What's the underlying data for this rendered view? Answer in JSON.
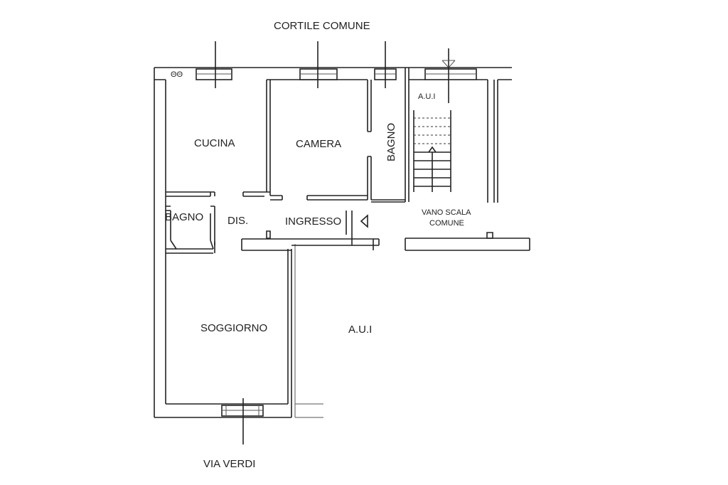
{
  "plan": {
    "labels": {
      "cortile_comune": "CORTILE COMUNE",
      "via_verdi": "VIA VERDI",
      "cucina": "CUCINA",
      "camera": "CAMERA",
      "bagno_vertical": "BAGNO",
      "bagno_left": "BAGNO",
      "dis": "DIS.",
      "ingresso": "INGRESSO",
      "aui_top": "A.U.I",
      "aui_center": "A.U.I",
      "vano_scala_line1": "VANO SCALA",
      "vano_scala_line2": "COMUNE",
      "gas_symbol": "ΘΘ"
    }
  }
}
